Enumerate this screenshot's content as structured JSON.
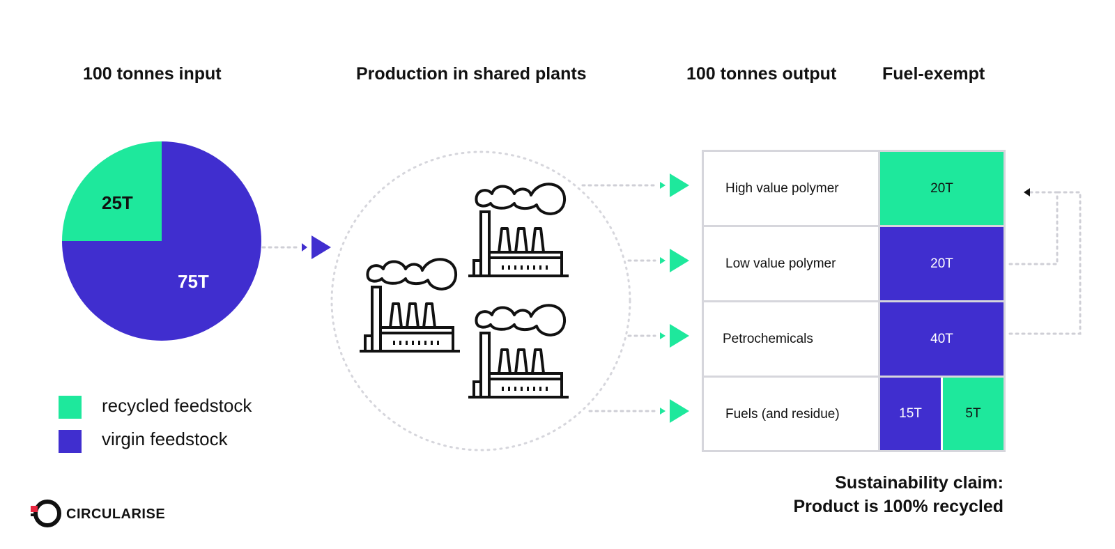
{
  "headings": {
    "input": "100 tonnes input",
    "production": "Production in shared plants",
    "output": "100 tonnes output",
    "fuel_exempt": "Fuel-exempt"
  },
  "input_pie": {
    "slices": [
      {
        "label": "25T",
        "value": 25,
        "color": "#1ee89c"
      },
      {
        "label": "75T",
        "value": 75,
        "color": "#402ecf"
      }
    ]
  },
  "legend": [
    {
      "label": "recycled feedstock",
      "color": "#1ee89c"
    },
    {
      "label": "virgin feedstock",
      "color": "#402ecf"
    }
  ],
  "outputs": [
    {
      "name": "High value polymer",
      "values": [
        {
          "label": "20T",
          "color": "#1ee89c"
        }
      ]
    },
    {
      "name": "Low value polymer",
      "values": [
        {
          "label": "20T",
          "color": "#402ecf"
        }
      ]
    },
    {
      "name": "Petrochemicals",
      "values": [
        {
          "label": "40T",
          "color": "#402ecf"
        }
      ]
    },
    {
      "name": "Fuels (and residue)",
      "values": [
        {
          "label": "15T",
          "color": "#402ecf"
        },
        {
          "label": "5T",
          "color": "#1ee89c"
        }
      ]
    }
  ],
  "claim": {
    "line1": "Sustainability claim:",
    "line2": "Product is 100% recycled"
  },
  "brand": {
    "name": "CIRCULARISE",
    "accent": "#e8253f"
  },
  "colors": {
    "recycled": "#1ee89c",
    "virgin": "#402ecf",
    "dotted": "#cfcfd6"
  }
}
